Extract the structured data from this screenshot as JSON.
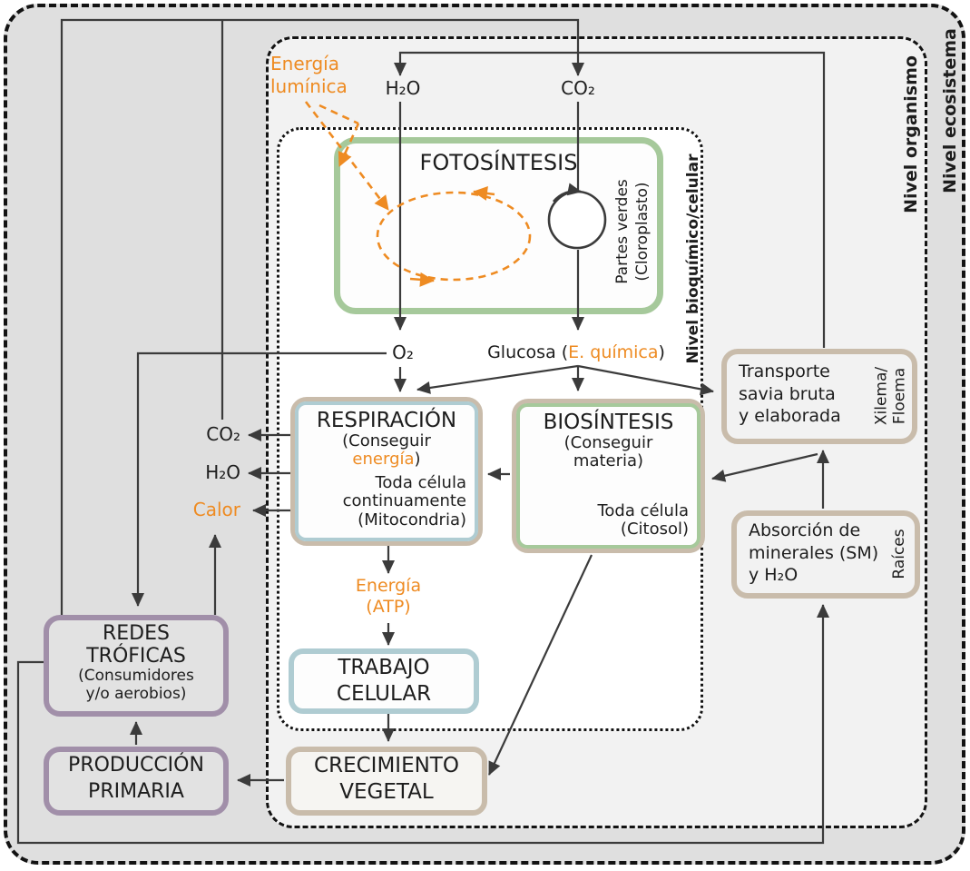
{
  "figure": {
    "ecosystem_label": "Nivel ecosistema",
    "organism_label": "Nivel organismo",
    "cell_label": "Nivel bioquímico/celular"
  },
  "inputs": {
    "light_l1": "Energía",
    "light_l2": "lumínica",
    "water": "H₂O",
    "co2": "CO₂"
  },
  "photosynthesis": {
    "title": "FOTOSÍNTESIS",
    "side_l1": "Partes verdes",
    "side_l2": "(Cloroplasto)"
  },
  "products": {
    "o2": "O₂",
    "glucose_pre": "Glucosa (",
    "glucose_energy": "E. química",
    "glucose_post": ")"
  },
  "respiration": {
    "title": "RESPIRACIÓN",
    "sub_l1": "(Conseguir",
    "sub_orange": "energía",
    "sub_close": ")",
    "note_l1": "Toda célula",
    "note_l2": "continuamente",
    "note_l3": "(Mitocondria)",
    "out_co2": "CO₂",
    "out_h2o": "H₂O",
    "out_heat": "Calor",
    "atp_l1": "Energía",
    "atp_l2": "(ATP)"
  },
  "biosynthesis": {
    "title": "BIOSÍNTESIS",
    "sub_l1": "(Conseguir",
    "sub_l2": "materia)",
    "note_l1": "Toda célula",
    "note_l2": "(Citosol)"
  },
  "cellular_work": {
    "l1": "TRABAJO",
    "l2": "CELULAR"
  },
  "growth": {
    "l1": "CRECIMIENTO",
    "l2": "VEGETAL"
  },
  "trophic": {
    "l1": "REDES",
    "l2": "TRÓFICAS",
    "l3": "(Consumidores",
    "l4": "y/o aerobios)"
  },
  "primary_production": {
    "l1": "PRODUCCIÓN",
    "l2": "PRIMARIA"
  },
  "transport": {
    "l1": "Transporte",
    "l2": "savia bruta",
    "l3": "y elaborada",
    "side_l1": "Xilema/",
    "side_l2": "Floema"
  },
  "absorption": {
    "l1": "Absorción de",
    "l2": "minerales (SM)",
    "l3": "y H₂O",
    "side": "Raíces"
  },
  "colors": {
    "orange": "#EE8B22",
    "green_border": "#A6C99B",
    "blue_border": "#AFCCD2",
    "tan_border": "#C9BCAB",
    "purple_border": "#A18FA9",
    "line": "#3B3B3B",
    "ecosystem_bg": "#DFDFDF",
    "organism_bg": "#F2F2F2",
    "cell_bg": "#FFFFFF"
  }
}
